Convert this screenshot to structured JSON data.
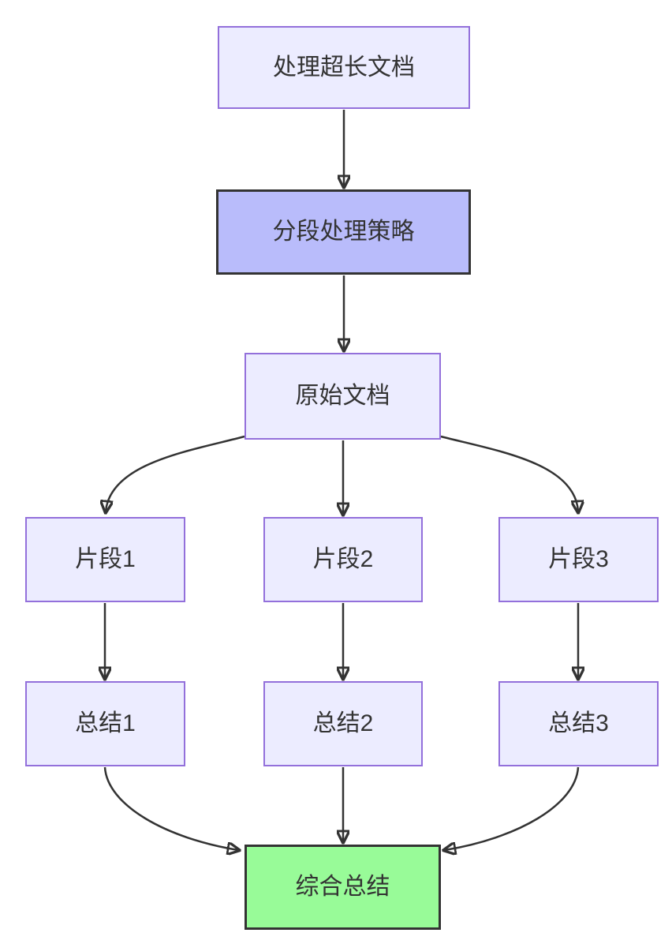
{
  "diagram": {
    "type": "flowchart",
    "direction": "top-down",
    "nodes": [
      {
        "id": "A",
        "label": "处理超长文档",
        "style": "default"
      },
      {
        "id": "B",
        "label": "分段处理策略",
        "style": "highlight"
      },
      {
        "id": "C",
        "label": "原始文档",
        "style": "default"
      },
      {
        "id": "D1",
        "label": "片段1",
        "style": "default"
      },
      {
        "id": "D2",
        "label": "片段2",
        "style": "default"
      },
      {
        "id": "D3",
        "label": "片段3",
        "style": "default"
      },
      {
        "id": "E1",
        "label": "总结1",
        "style": "default"
      },
      {
        "id": "E2",
        "label": "总结2",
        "style": "default"
      },
      {
        "id": "E3",
        "label": "总结3",
        "style": "default"
      },
      {
        "id": "G",
        "label": "综合总结",
        "style": "success"
      }
    ],
    "edges": [
      {
        "from": "A",
        "to": "B"
      },
      {
        "from": "B",
        "to": "C"
      },
      {
        "from": "C",
        "to": "D1"
      },
      {
        "from": "C",
        "to": "D2"
      },
      {
        "from": "C",
        "to": "D3"
      },
      {
        "from": "D1",
        "to": "E1"
      },
      {
        "from": "D2",
        "to": "E2"
      },
      {
        "from": "D3",
        "to": "E3"
      },
      {
        "from": "E1",
        "to": "G"
      },
      {
        "from": "E2",
        "to": "G"
      },
      {
        "from": "E3",
        "to": "G"
      }
    ],
    "colors": {
      "background": "#FFFFFF",
      "node_fill": "#ECECFF",
      "node_border": "#9370DB",
      "highlight_fill": "#B9BCFB",
      "highlight_border": "#333333",
      "success_fill": "#98FB98",
      "success_border": "#333333",
      "edge": "#333333",
      "text": "#333333"
    }
  }
}
